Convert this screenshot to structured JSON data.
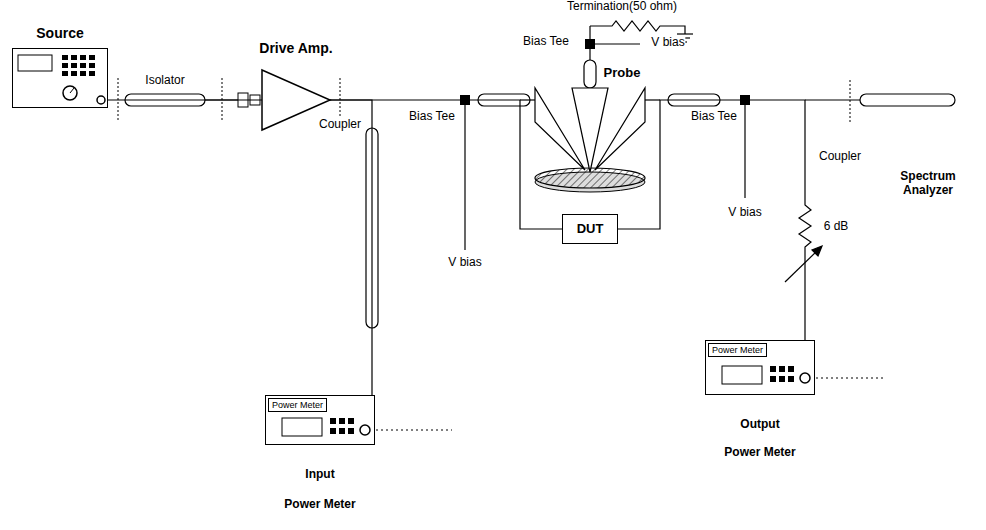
{
  "diagram": {
    "nodes": [
      {
        "text": [
          "Source"
        ]
      },
      {
        "text": [
          "Drive Amp."
        ]
      },
      {
        "text": [
          "Power Meter",
          "Input",
          "Power Meter"
        ]
      },
      {
        "text": [
          "DUT"
        ]
      },
      {
        "text": [
          "Power Meter",
          "Output",
          "Power Meter"
        ]
      }
    ],
    "edges": [
      {
        "from": 0,
        "to": 1,
        "arrow": "none"
      },
      {
        "from": 1,
        "to": 2,
        "arrow": "none"
      },
      {
        "from": 1,
        "to": 3,
        "arrow": "none"
      },
      {
        "from": 3,
        "to": 4,
        "arrow": "none"
      }
    ],
    "labels": [
      "Termination(50 ohm)",
      "Bias Tee",
      "V bias",
      "Probe",
      "Isolator",
      "Coupler",
      "Bias Tee",
      "V bias",
      "Bias Tee",
      "Coupler",
      "V bias",
      "6 dB",
      "Spectrum Analyzer"
    ]
  }
}
